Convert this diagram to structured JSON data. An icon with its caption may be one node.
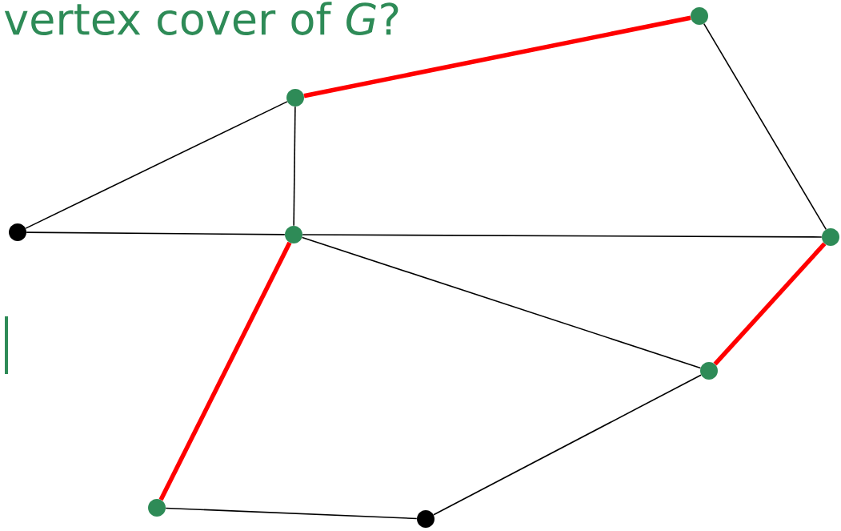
{
  "diagram": {
    "title": "vertex cover of *G*?",
    "nodes": [
      {
        "text": [],
        "shape": "circle"
      },
      {
        "text": [],
        "shape": "circle"
      },
      {
        "text": [],
        "shape": "circle"
      },
      {
        "text": [],
        "shape": "circle"
      },
      {
        "text": [],
        "shape": "circle"
      },
      {
        "text": [],
        "shape": "circle"
      },
      {
        "text": [],
        "shape": "circle"
      },
      {
        "text": [],
        "shape": "circle"
      }
    ],
    "edges": [
      {
        "from": 0,
        "to": 1,
        "arrow": "none",
        "style": "thick",
        "color": "#ff0000"
      },
      {
        "from": 1,
        "to": 4,
        "arrow": "none"
      },
      {
        "from": 0,
        "to": 2,
        "arrow": "none"
      },
      {
        "from": 0,
        "to": 3,
        "arrow": "none"
      },
      {
        "from": 2,
        "to": 3,
        "arrow": "none"
      },
      {
        "from": 3,
        "to": 4,
        "arrow": "none"
      },
      {
        "from": 3,
        "to": 5,
        "arrow": "none"
      },
      {
        "from": 3,
        "to": 6,
        "arrow": "none",
        "style": "thick",
        "color": "#ff0000"
      },
      {
        "from": 4,
        "to": 5,
        "arrow": "none",
        "style": "thick",
        "color": "#ff0000"
      },
      {
        "from": 5,
        "to": 7,
        "arrow": "none"
      },
      {
        "from": 6,
        "to": 7,
        "arrow": "none"
      }
    ]
  }
}
